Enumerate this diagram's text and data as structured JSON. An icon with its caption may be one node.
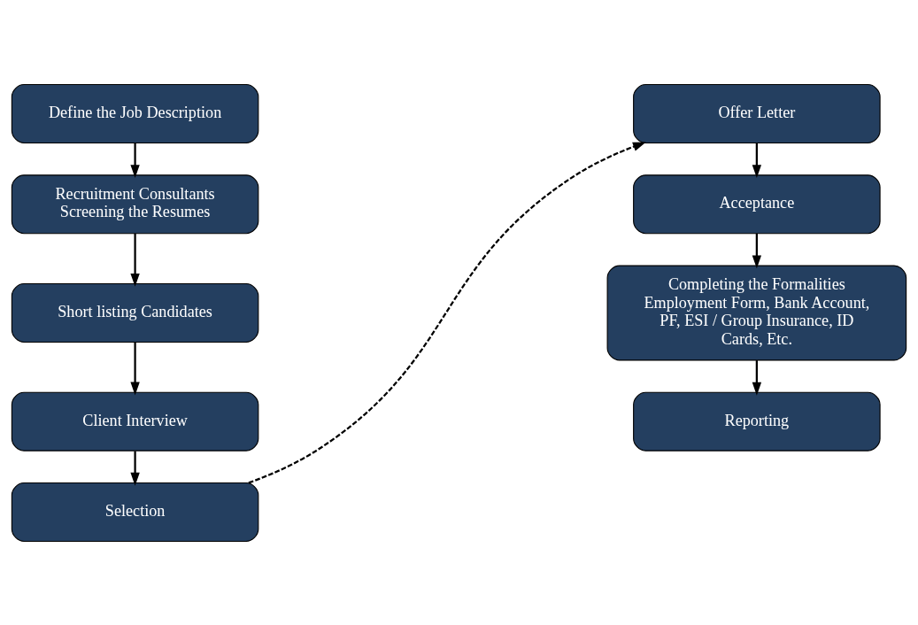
{
  "diagram": {
    "nodes": [
      {
        "text": [
          "Define the Job Description"
        ]
      },
      {
        "text": [
          "Recruitment Consultants Screening the Resumes"
        ]
      },
      {
        "text": [
          "Short listing Candidates"
        ]
      },
      {
        "text": [
          "Client Interview"
        ]
      },
      {
        "text": [
          "Selection"
        ]
      },
      {
        "text": [
          "Offer Letter"
        ]
      },
      {
        "text": [
          "Acceptance"
        ]
      },
      {
        "text": [
          "Completing the Formalities",
          "Employment Form, Bank Account, PF, ESI / Group Insurance, ID Cards, Etc."
        ]
      },
      {
        "text": [
          "Reporting"
        ]
      }
    ],
    "edges": [
      {
        "from": 0,
        "to": 1,
        "arrow": "to"
      },
      {
        "from": 1,
        "to": 2,
        "arrow": "to"
      },
      {
        "from": 2,
        "to": 3,
        "arrow": "to"
      },
      {
        "from": 3,
        "to": 4,
        "arrow": "to"
      },
      {
        "from": 4,
        "to": 5,
        "arrow": "to",
        "style": "dashed"
      },
      {
        "from": 5,
        "to": 6,
        "arrow": "to"
      },
      {
        "from": 6,
        "to": 7,
        "arrow": "to"
      },
      {
        "from": 7,
        "to": 8,
        "arrow": "to"
      }
    ]
  }
}
